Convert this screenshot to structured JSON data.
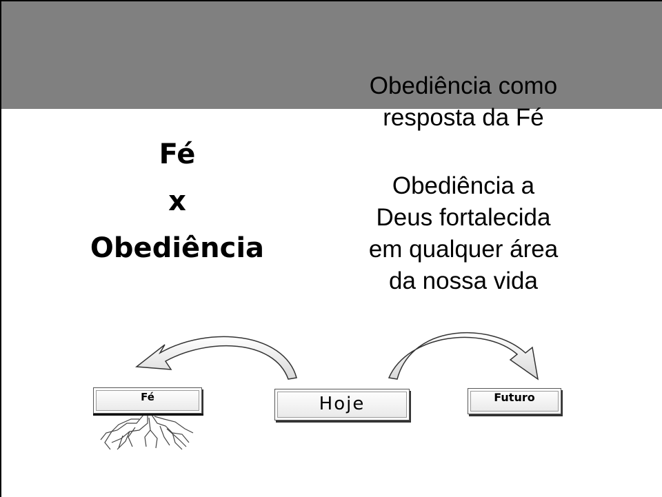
{
  "slide": {
    "background_color": "#ffffff",
    "band_color": "#808080"
  },
  "title_left": {
    "line1": "Fé",
    "line2": "x",
    "line3": "Obediência"
  },
  "subtitle": {
    "line1": "Obediência como",
    "line2": "resposta da Fé"
  },
  "body": {
    "line1": "Obediência a",
    "line2": "Deus fortalecida",
    "line3": "em qualquer área",
    "line4": "da nossa vida"
  },
  "diagram": {
    "past_label": "Fé",
    "present_label": "Hoje",
    "future_label": "Futuro",
    "roots_icon": "roots-icon",
    "arrow_icon": "curved-arrow-icon"
  }
}
